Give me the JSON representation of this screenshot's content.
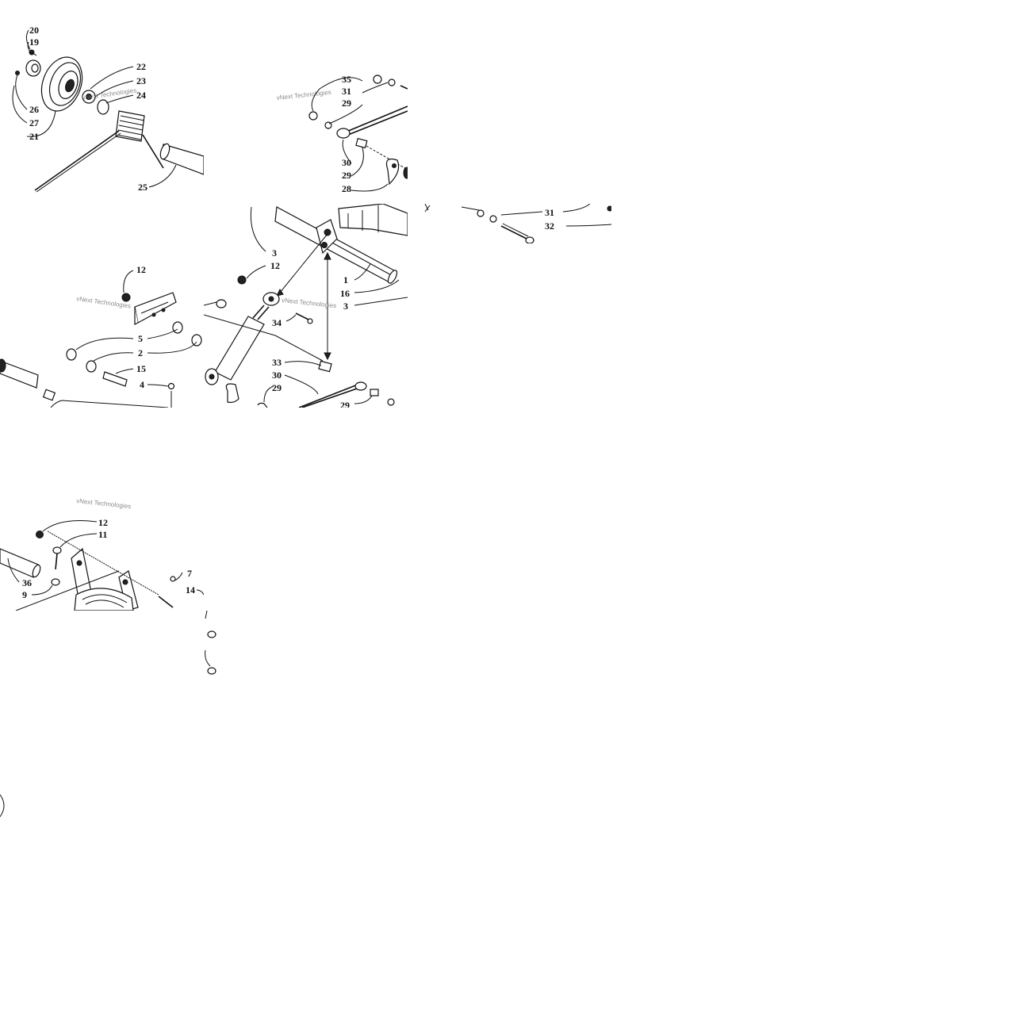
{
  "watermark": "vNext Technologies",
  "tiles": [
    {
      "id": "tile-1",
      "labels": [
        {
          "key": "l20",
          "text": "20"
        },
        {
          "key": "l19",
          "text": "19"
        },
        {
          "key": "l22",
          "text": "22"
        },
        {
          "key": "l23",
          "text": "23"
        },
        {
          "key": "l24",
          "text": "24"
        },
        {
          "key": "l26",
          "text": "26"
        },
        {
          "key": "l27",
          "text": "27"
        },
        {
          "key": "l21",
          "text": "21"
        },
        {
          "key": "l25",
          "text": "25"
        }
      ]
    },
    {
      "id": "tile-2",
      "labels": [
        {
          "key": "l35",
          "text": "35"
        },
        {
          "key": "l31",
          "text": "31"
        },
        {
          "key": "l29a",
          "text": "29"
        },
        {
          "key": "l30",
          "text": "30"
        },
        {
          "key": "l29b",
          "text": "29"
        },
        {
          "key": "l28",
          "text": "28"
        }
      ]
    },
    {
      "id": "tile-3",
      "labels": [
        {
          "key": "l31",
          "text": "31"
        },
        {
          "key": "l32",
          "text": "32"
        }
      ]
    },
    {
      "id": "tile-4",
      "labels": [
        {
          "key": "l12",
          "text": "12"
        },
        {
          "key": "l5",
          "text": "5"
        },
        {
          "key": "l2",
          "text": "2"
        },
        {
          "key": "l15",
          "text": "15"
        },
        {
          "key": "l4",
          "text": "4"
        }
      ]
    },
    {
      "id": "tile-5",
      "labels": [
        {
          "key": "l3a",
          "text": "3"
        },
        {
          "key": "l12",
          "text": "12"
        },
        {
          "key": "l1",
          "text": "1"
        },
        {
          "key": "l16",
          "text": "16"
        },
        {
          "key": "l3b",
          "text": "3"
        },
        {
          "key": "l34",
          "text": "34"
        },
        {
          "key": "l33",
          "text": "33"
        },
        {
          "key": "l30",
          "text": "30"
        },
        {
          "key": "l29a",
          "text": "29"
        },
        {
          "key": "l29b",
          "text": "29"
        }
      ]
    },
    {
      "id": "tile-6",
      "labels": [
        {
          "key": "l12",
          "text": "12"
        },
        {
          "key": "l11",
          "text": "11"
        },
        {
          "key": "l36",
          "text": "36"
        },
        {
          "key": "l9",
          "text": "9"
        },
        {
          "key": "l7",
          "text": "7"
        },
        {
          "key": "l14",
          "text": "14"
        }
      ]
    }
  ]
}
